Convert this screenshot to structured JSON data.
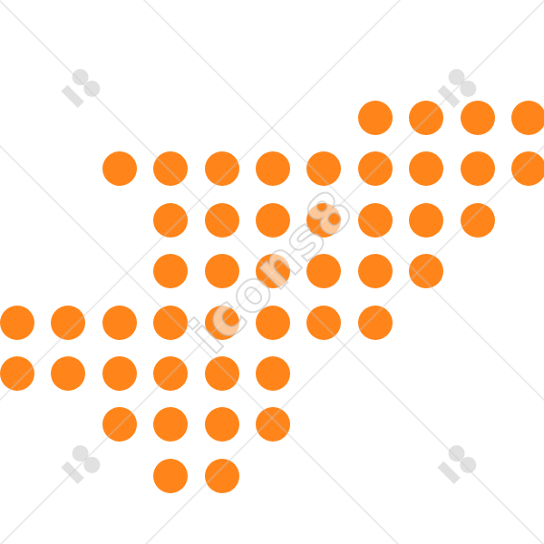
{
  "colors": {
    "dot": "#FF851B",
    "background": "#FFFFFF",
    "watermark": "#C8C8C8"
  },
  "watermark": {
    "text": "icons8",
    "logo_icon": "icons8-logo-icon"
  },
  "dot_rows": [
    {
      "row": 0,
      "cols": [
        7,
        8,
        9,
        10
      ]
    },
    {
      "row": 1,
      "cols": [
        2,
        3,
        4,
        5,
        6,
        7,
        8,
        9,
        10
      ]
    },
    {
      "row": 2,
      "cols": [
        3,
        4,
        5,
        6,
        7,
        8,
        9
      ]
    },
    {
      "row": 3,
      "cols": [
        3,
        4,
        5,
        6,
        7,
        8
      ]
    },
    {
      "row": 4,
      "cols": [
        0,
        1,
        2,
        3,
        4,
        5,
        6,
        7
      ]
    },
    {
      "row": 5,
      "cols": [
        0,
        1,
        2,
        3,
        4,
        5
      ]
    },
    {
      "row": 6,
      "cols": [
        2,
        3,
        4,
        5
      ]
    },
    {
      "row": 7,
      "cols": [
        3,
        4
      ]
    }
  ]
}
